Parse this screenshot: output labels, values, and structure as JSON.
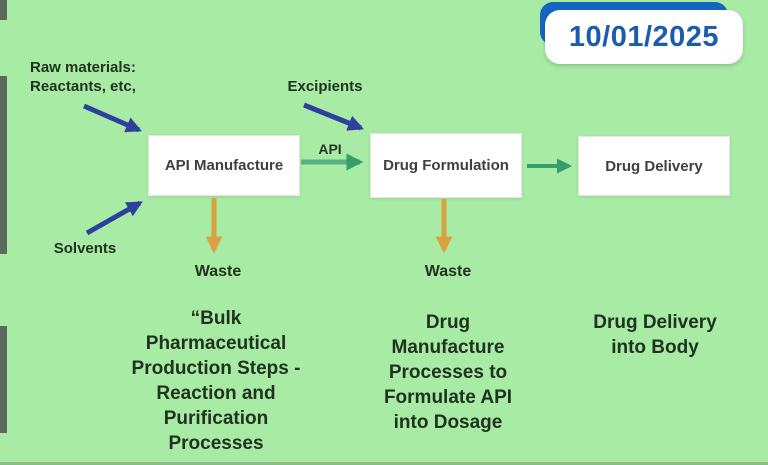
{
  "colors": {
    "background": "#a8eba5",
    "arrow_navy": "#2e3f9e",
    "arrow_green_api": "#55b181",
    "arrow_green_delivery": "#359e6a",
    "arrow_orange": "#d9a23f",
    "date_text_blue": "#1b5cad",
    "badge_border_blue": "#1565c0",
    "caption_text": "#20331e",
    "box_text": "#3f3f3f"
  },
  "date_badge": {
    "value": "10/01/2025"
  },
  "labels": {
    "raw_materials": "Raw materials:\nReactants, etc,",
    "excipients": "Excipients",
    "solvents": "Solvents",
    "api_flow": "API",
    "waste_api": "Waste",
    "waste_formulation": "Waste"
  },
  "process_boxes": {
    "api_manufacture": "API Manufacture",
    "drug_formulation": "Drug Formulation",
    "drug_delivery": "Drug Delivery"
  },
  "captions": {
    "api_manufacture": "“Bulk\nPharmaceutical\nProduction Steps -\nReaction and\nPurification\nProcesses",
    "drug_formulation": "Drug\nManufacture\nProcesses to\nFormulate API\ninto Dosage",
    "drug_delivery": "Drug Delivery\ninto Body"
  }
}
